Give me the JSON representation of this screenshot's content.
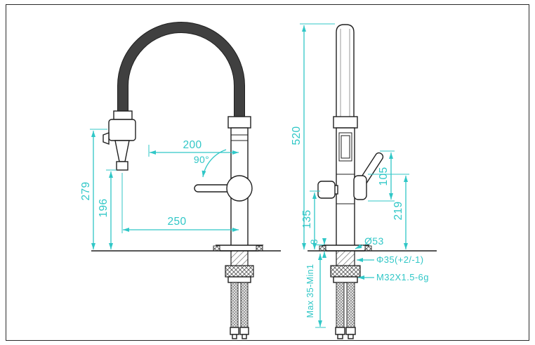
{
  "drawing": {
    "colors": {
      "line": "#1f1f1f",
      "dimension": "#30c7c7",
      "hose": "#404040",
      "background": "#ffffff"
    },
    "front_view": {
      "overall_height": "279",
      "nozzle_height": "196",
      "top_reach": "200",
      "swivel_angle": "90°",
      "spout_reach": "250"
    },
    "side_view": {
      "total_height": "520",
      "handle_height": "105",
      "valve_height": "219",
      "outlet_height": "135",
      "flange_height": "8",
      "base_diameter": "Ø53",
      "hole_diameter": "Φ35(+2/-1)",
      "thread_spec": "M32X1.5-6g",
      "deck_range": "Max 35-Min1"
    }
  }
}
